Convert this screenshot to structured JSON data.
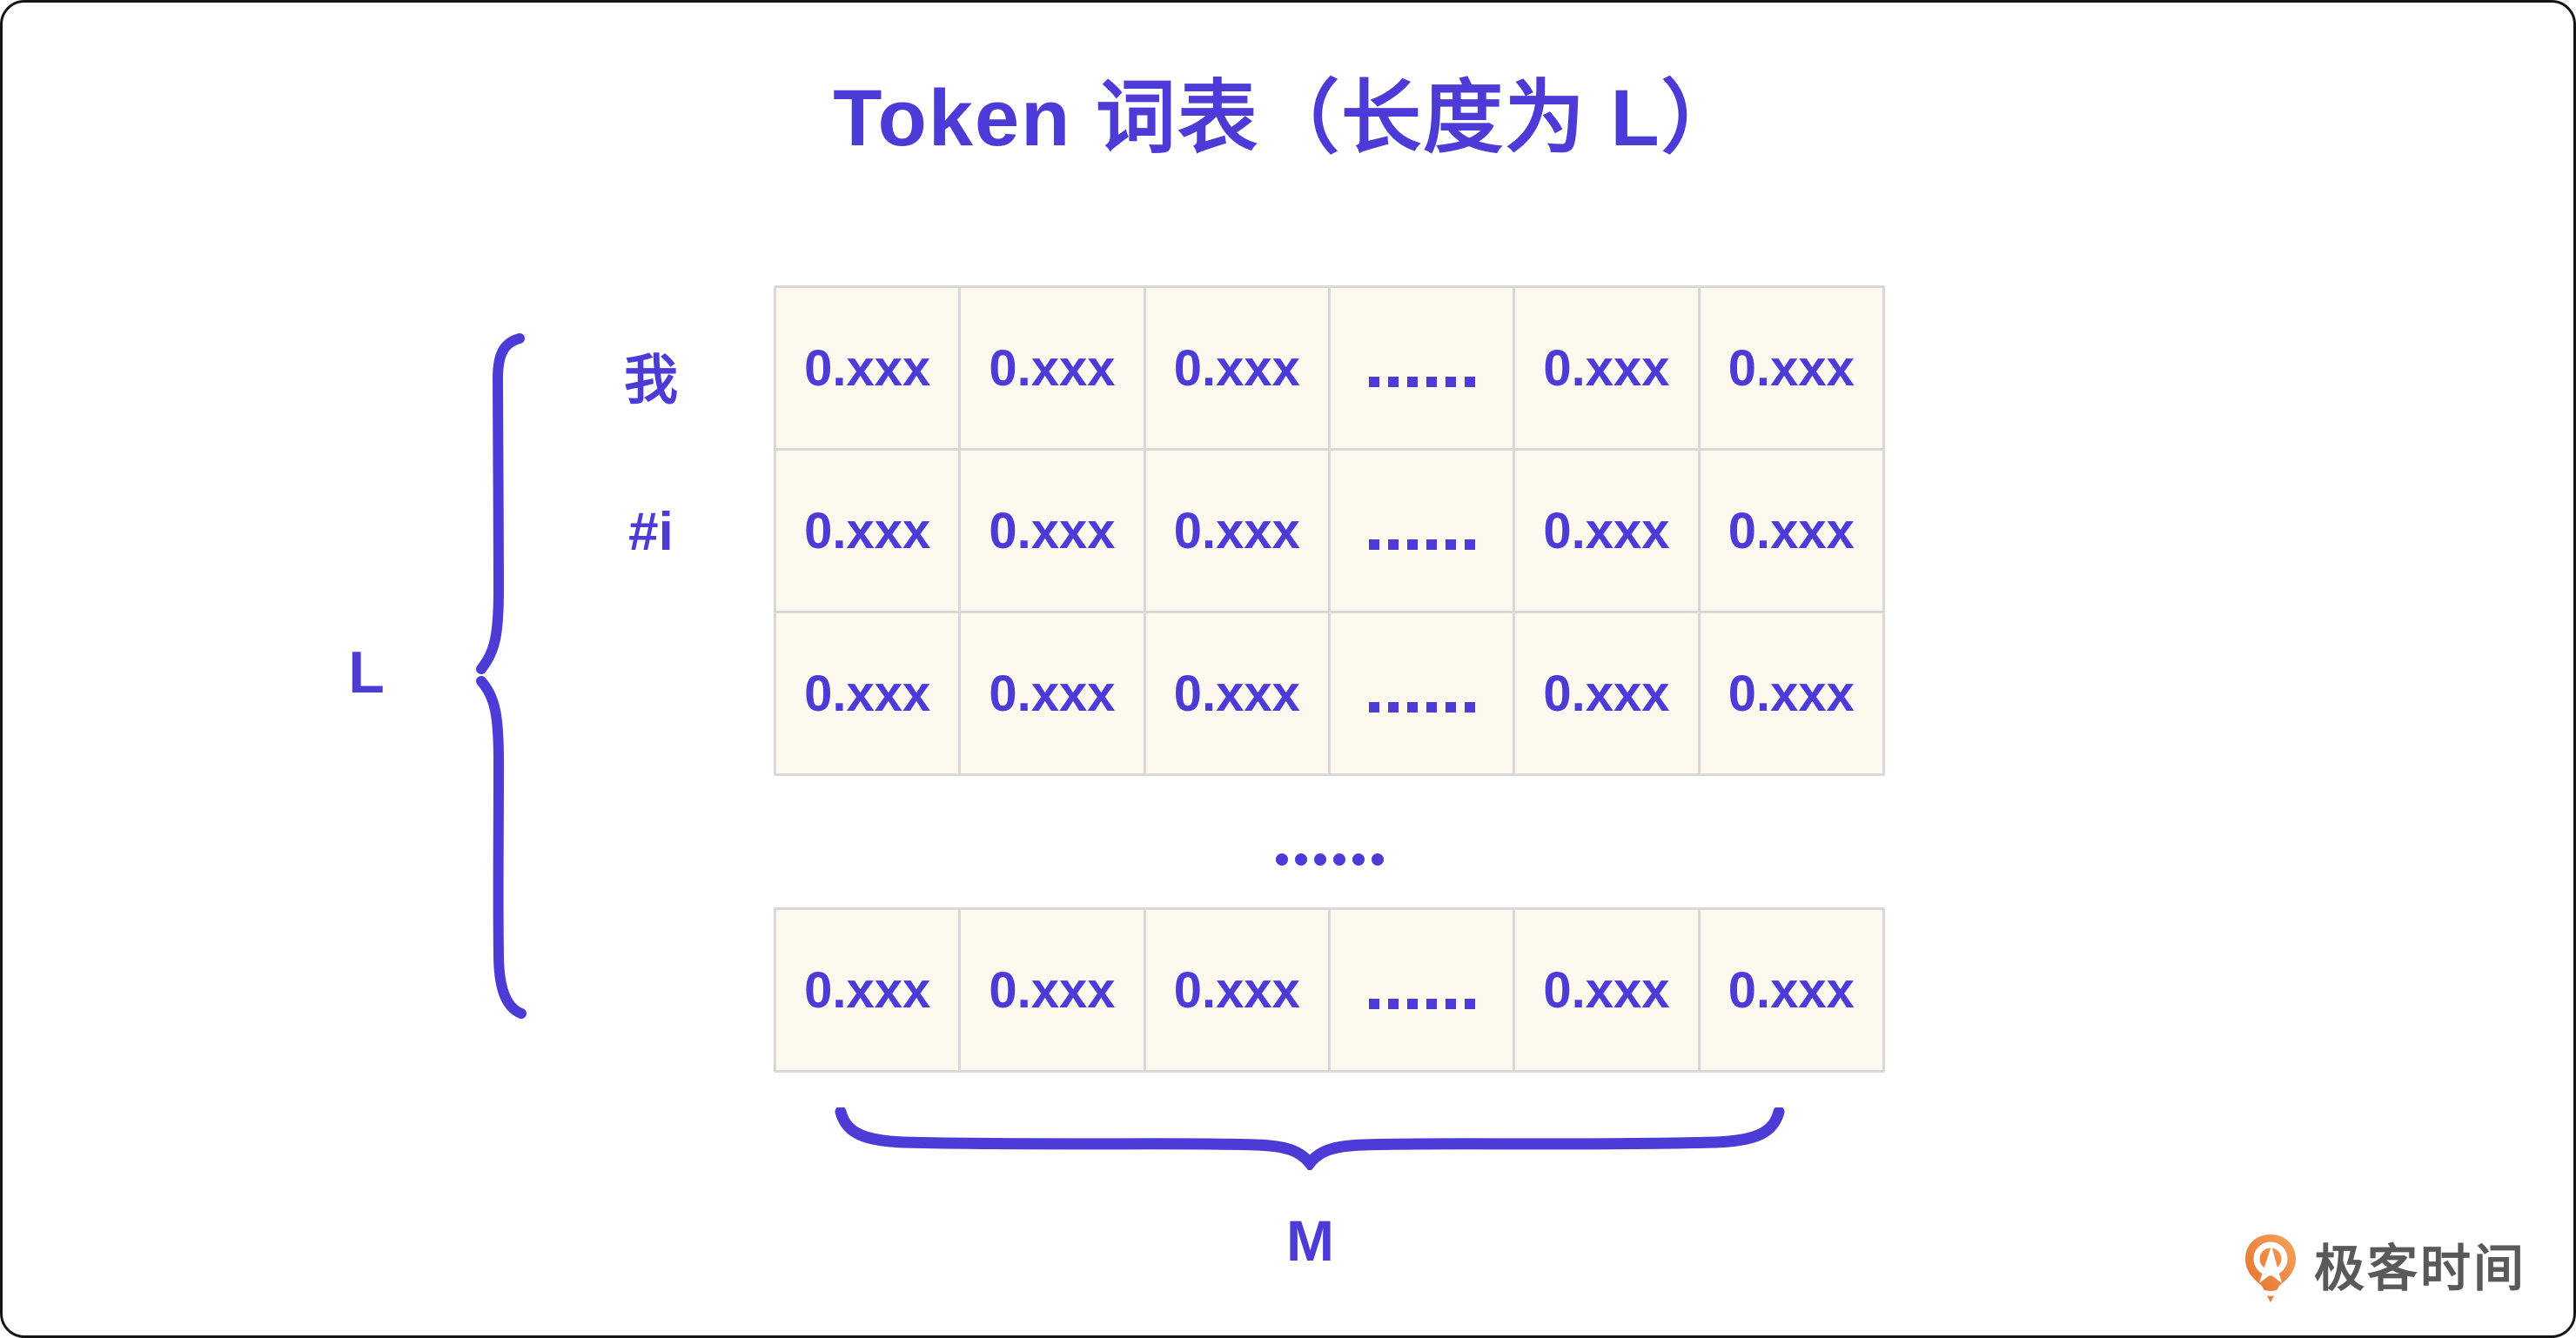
{
  "title": "Token 词表（长度为 L）",
  "table": {
    "row_labels": [
      "我",
      "#i"
    ],
    "top_rows": [
      [
        "0.xxx",
        "0.xxx",
        "0.xxx",
        "……",
        "0.xxx",
        "0.xxx"
      ],
      [
        "0.xxx",
        "0.xxx",
        "0.xxx",
        "……",
        "0.xxx",
        "0.xxx"
      ],
      [
        "0.xxx",
        "0.xxx",
        "0.xxx",
        "……",
        "0.xxx",
        "0.xxx"
      ]
    ],
    "row_gap_ellipsis": "……",
    "bottom_row": [
      "0.xxx",
      "0.xxx",
      "0.xxx",
      "……",
      "0.xxx",
      "0.xxx"
    ],
    "ellipsis_token": "……"
  },
  "annotations": {
    "left_brace_label": "L",
    "bottom_brace_label": "M"
  },
  "logo": {
    "name": "极客时间",
    "icon": "geektime-pin-icon"
  },
  "colors": {
    "accent_purple": "#4C3BD6",
    "cell_background": "#FDF9EF",
    "grid_line_gray": "#D8D8D8",
    "logo_orange_dark": "#DF6F2E",
    "logo_orange_light": "#F6A35C",
    "logo_text_gray": "#5B5858",
    "canvas_border": "#161616"
  }
}
